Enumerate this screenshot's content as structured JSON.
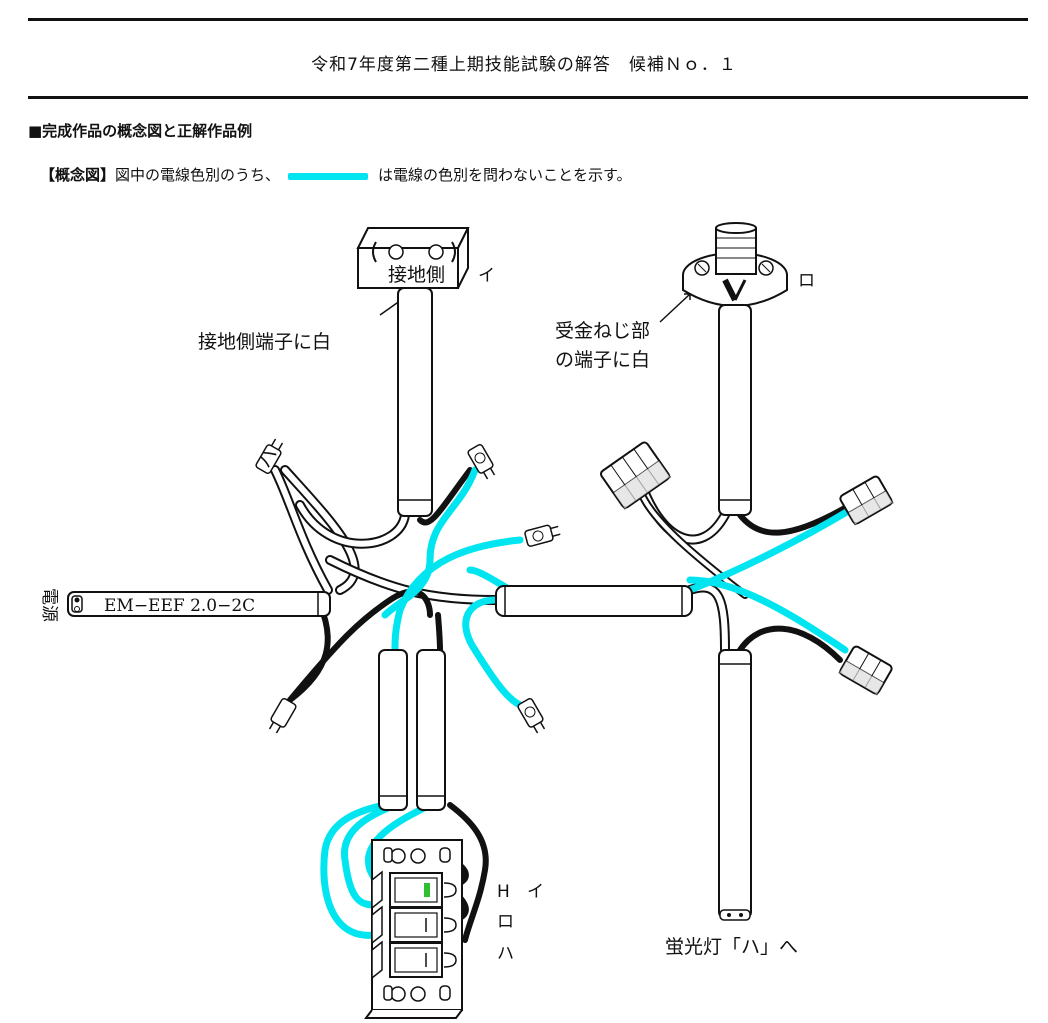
{
  "header": {
    "title": "令和7年度第二種上期技能試験の解答　候補Ｎｏ．１"
  },
  "section": {
    "heading": "■完成作品の概念図と正解作品例"
  },
  "legend": {
    "bracket_label": "【概念図】",
    "text_before": "図中の電線色別のうち、",
    "text_after": "は電線の色別を問わないことを示す。",
    "swatch_color": "#00e5f0"
  },
  "diagram": {
    "receptacle_label": "接地側",
    "receptacle_mark": "イ",
    "receptacle_note": "接地側端子に白",
    "lamp_mark": "ロ",
    "lamp_note_line1": "受金ねじ部",
    "lamp_note_line2": "の端子に白",
    "power_label": "電源",
    "cable_label": "EM−EEF 2.0−2C",
    "switch_h_label": "H",
    "switch_i_label": "イ",
    "switch_ro_label": "ロ",
    "switch_ha_label": "ハ",
    "fluorescent_label": "蛍光灯「ハ」へ",
    "connector_ha_mark": "ハ",
    "colors": {
      "cyan": "#00e5f0",
      "black": "#111111",
      "white": "#ffffff",
      "pilot_green": "#2ec02e"
    }
  }
}
